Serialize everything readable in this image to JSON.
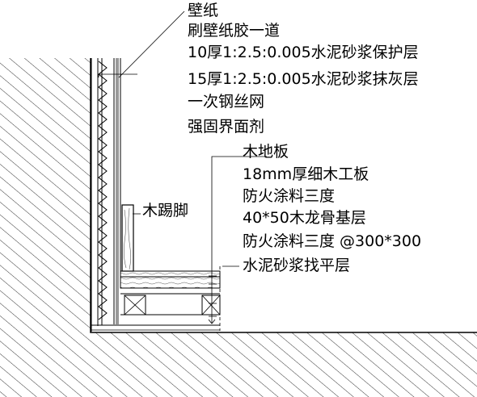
{
  "wall_labels": [
    {
      "id": "wallpaper",
      "text": "壁纸"
    },
    {
      "id": "wallpaper-glue",
      "text": "刷壁纸胶一道"
    },
    {
      "id": "protective-mortar",
      "text": "10厚1:2.5:0.005水泥砂浆保护层"
    },
    {
      "id": "plaster-mortar",
      "text": "15厚1:2.5:0.005水泥砂浆抹灰层"
    },
    {
      "id": "steel-mesh",
      "text": "一次钢丝网"
    },
    {
      "id": "interface-agent",
      "text": "强固界面剂"
    }
  ],
  "floor_labels": [
    {
      "id": "wood-floor",
      "text": "木地板"
    },
    {
      "id": "blockboard",
      "text": "18mm厚细木工板"
    },
    {
      "id": "fireproof-coating-1",
      "text": "防火涂料三度"
    },
    {
      "id": "keel-base",
      "text": "40*50木龙骨基层"
    },
    {
      "id": "fireproof-coating-2",
      "text": "防火涂料三度 @300*300"
    },
    {
      "id": "leveling-mortar",
      "text": "水泥砂浆找平层"
    }
  ],
  "skirting_label": "木踢脚"
}
